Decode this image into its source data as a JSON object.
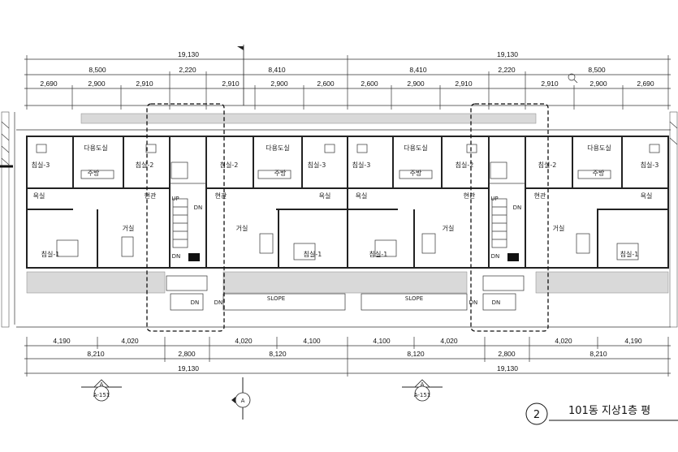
{
  "dimensions": {
    "top_total": [
      "19,130",
      "19,130"
    ],
    "top_mid": [
      "8,500",
      "2,220",
      "8,410",
      "8,410",
      "2,220",
      "8,500"
    ],
    "top_detail": [
      "2,690",
      "2,900",
      "2,910",
      "2,910",
      "2,900",
      "2,600",
      "2,600",
      "2,900",
      "2,910",
      "2,910",
      "2,900",
      "2,690"
    ],
    "bottom_detail": [
      "4,190",
      "4,020",
      "4,020",
      "4,100",
      "4,100",
      "4,020",
      "4,020",
      "4,190"
    ],
    "bottom_mid": [
      "8,210",
      "2,800",
      "8,120",
      "8,120",
      "2,800",
      "8,210"
    ],
    "bottom_total": [
      "19,130",
      "19,130"
    ]
  },
  "rooms": {
    "bedroom3": "침실-3",
    "bedroom2": "침실-2",
    "bedroom1": "침실-1",
    "kitchen": "주방",
    "bath": "욕실",
    "living": "거실",
    "entry": "현관",
    "multiroom": "다용도실"
  },
  "labels": {
    "up": "UP",
    "dn": "DN",
    "slope": "SLOPE",
    "section_a": "A",
    "section_ref": "A-151"
  },
  "drawing_title": {
    "number": "2",
    "text": "101동 지상1층 평"
  }
}
